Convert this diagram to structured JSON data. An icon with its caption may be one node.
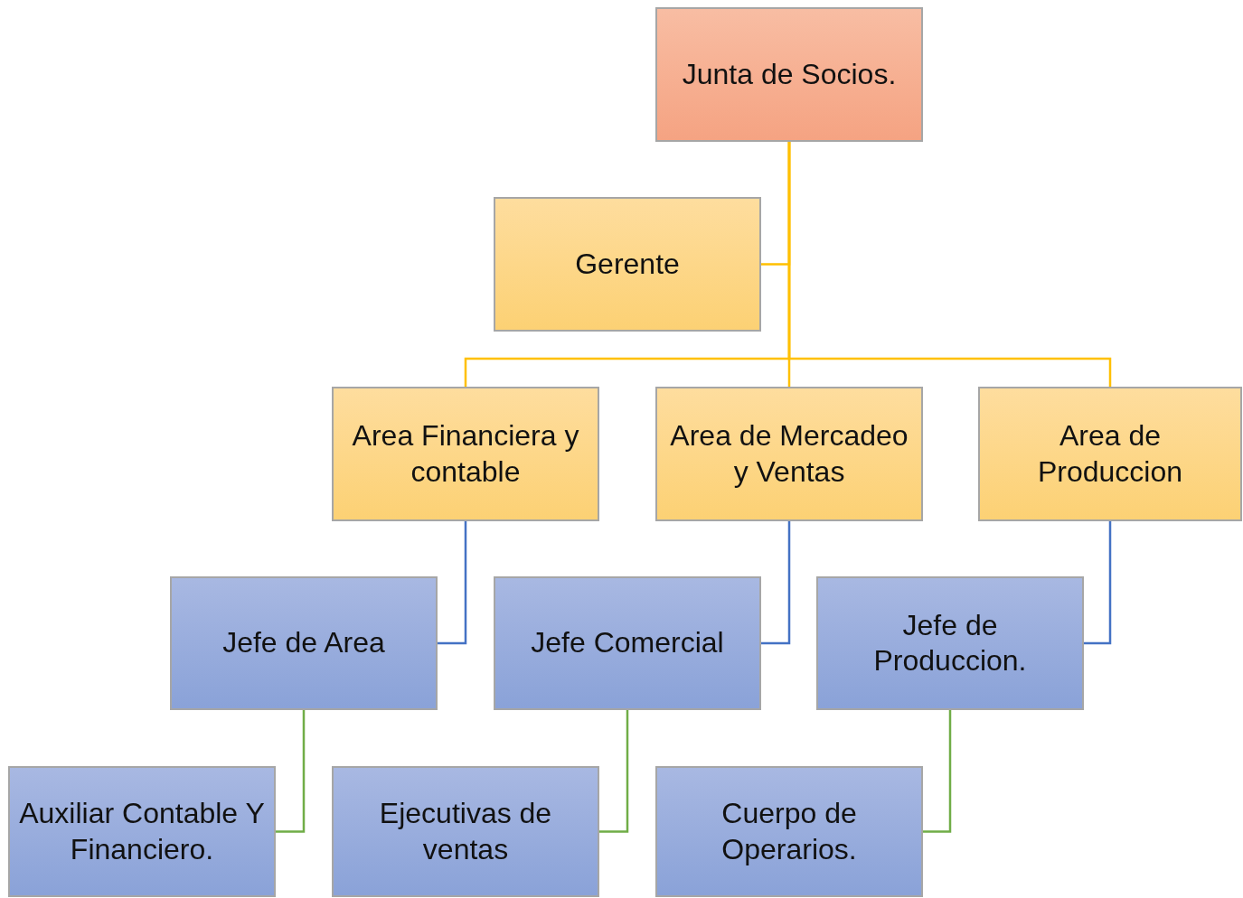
{
  "diagram": {
    "nodes": [
      {
        "text": [
          "Junta de Socios."
        ]
      },
      {
        "text": [
          "Gerente"
        ]
      },
      {
        "text": [
          "Area Financiera y contable"
        ]
      },
      {
        "text": [
          "Area de Mercadeo y Ventas"
        ]
      },
      {
        "text": [
          "Area de Produccion"
        ]
      },
      {
        "text": [
          "Jefe de Area"
        ]
      },
      {
        "text": [
          "Jefe Comercial"
        ]
      },
      {
        "text": [
          "Jefe de Produccion."
        ]
      },
      {
        "text": [
          "Auxiliar Contable Y Financiero."
        ]
      },
      {
        "text": [
          "Ejecutivas de ventas"
        ]
      },
      {
        "text": [
          "Cuerpo de Operarios."
        ]
      }
    ],
    "edges": [
      {
        "from": 0,
        "to": 1,
        "arrow": "none",
        "color": "#ffc000"
      },
      {
        "from": 0,
        "to": 2,
        "arrow": "none",
        "color": "#ffc000"
      },
      {
        "from": 0,
        "to": 3,
        "arrow": "none",
        "color": "#ffc000"
      },
      {
        "from": 0,
        "to": 4,
        "arrow": "none",
        "color": "#ffc000"
      },
      {
        "from": 2,
        "to": 5,
        "arrow": "none",
        "color": "#4472c4"
      },
      {
        "from": 3,
        "to": 6,
        "arrow": "none",
        "color": "#4472c4"
      },
      {
        "from": 4,
        "to": 7,
        "arrow": "none",
        "color": "#4472c4"
      },
      {
        "from": 5,
        "to": 8,
        "arrow": "none",
        "color": "#70ad47"
      },
      {
        "from": 6,
        "to": 9,
        "arrow": "none",
        "color": "#70ad47"
      },
      {
        "from": 7,
        "to": 10,
        "arrow": "none",
        "color": "#70ad47"
      }
    ]
  }
}
